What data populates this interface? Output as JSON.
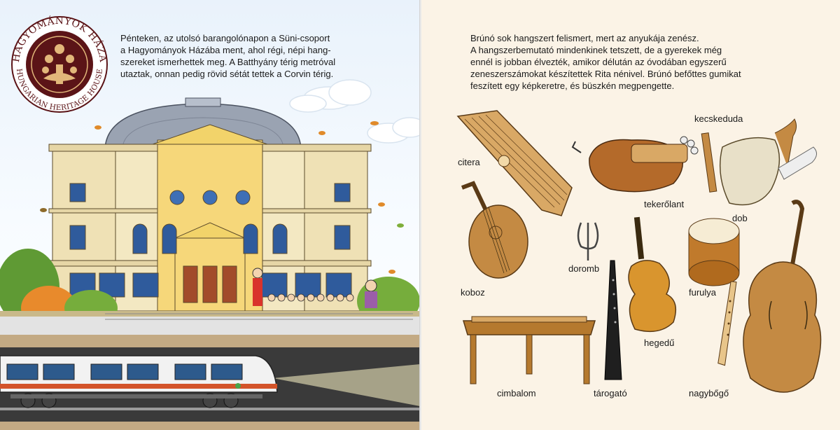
{
  "left_page": {
    "logo": {
      "top_text": "HAGYOMÁNYOK HÁZA",
      "bottom_text": "HUNGARIAN HERITAGE HOUSE",
      "colors": {
        "ring": "#5b1417",
        "gold": "#e2b77a"
      }
    },
    "story": [
      "Pénteken, az utolsó barangolónapon a Süni-csoport",
      "a Hagyományok Házába ment, ahol régi, népi hang-",
      "szereket ismerhettek meg. A Batthyány térig metróval",
      "utaztak, onnan pedig rövid sétát tettek a Corvin térig."
    ],
    "colors": {
      "building": "#f3e8c2",
      "roof": "#9aa3b2",
      "sky": "#e9f2fb",
      "train_stripe": "#d3542a"
    }
  },
  "right_page": {
    "story": [
      "Brúnó sok hangszert felismert, mert az anyukája zenész.",
      "A hangszerbemutató mindenkinek tetszett, de a gyerekek még",
      "ennél is jobban élvezték, amikor délután az óvodában egyszerű",
      "zeneszerszámokat készítettek Rita nénivel. Brúnó befőttes gumikat",
      "feszített egy képkeretre, és büszkén megpengette."
    ],
    "labels": {
      "citera": "citera",
      "kecskeduda": "kecskeduda",
      "tekerolant": "tekerőlant",
      "dob": "dob",
      "koboz": "koboz",
      "doromb": "doromb",
      "furulya": "furulya",
      "hegedu": "hegedű",
      "cimbalom": "cimbalom",
      "tarogato": "tárogató",
      "nagybogo": "nagybőgő"
    },
    "colors": {
      "wood": "#c48a43",
      "wood_dark": "#7a4c1e",
      "paper": "#fbf3e6"
    }
  }
}
